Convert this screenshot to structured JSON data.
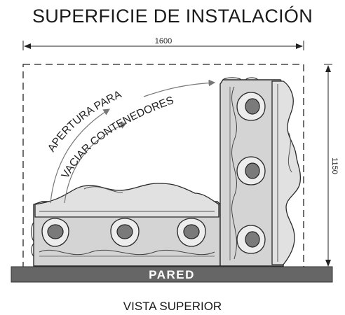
{
  "diagram": {
    "title": "SUPERFICIE DE INSTALACIÓN",
    "width_dimension": "1600",
    "depth_dimension": "1150",
    "opening_line1": "APERTURA PARA",
    "opening_line2": "VACIAR CONTENEDORES",
    "wall_label": "PARED",
    "view_label": "VISTA SUPERIOR"
  },
  "colors": {
    "wall": "#666666",
    "container_body": "#d7d7d7",
    "container_top": "#e2e2e2",
    "outline": "#2a2a2a",
    "lid_dark": "#777777",
    "dim_line": "#222222"
  },
  "icons": [
    "double-arrow-dimension",
    "curved-arrow"
  ]
}
